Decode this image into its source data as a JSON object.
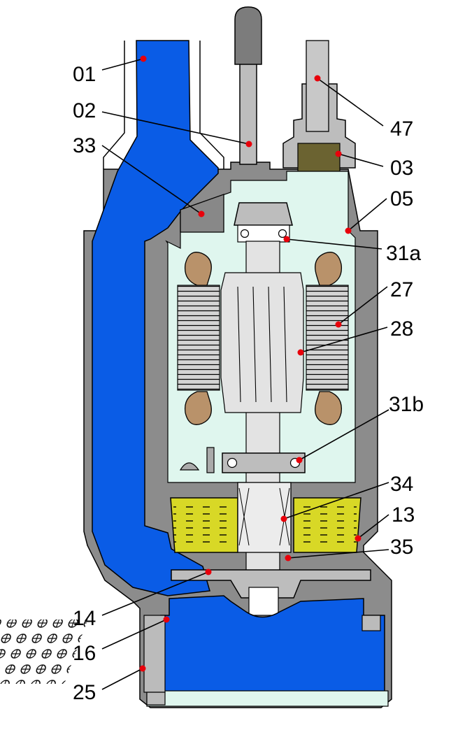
{
  "diagram": {
    "parts": [
      {
        "id": "01"
      },
      {
        "id": "02"
      },
      {
        "id": "33"
      },
      {
        "id": "47"
      },
      {
        "id": "03"
      },
      {
        "id": "05"
      },
      {
        "id": "31a"
      },
      {
        "id": "27"
      },
      {
        "id": "28"
      },
      {
        "id": "31b"
      },
      {
        "id": "34"
      },
      {
        "id": "13"
      },
      {
        "id": "35"
      },
      {
        "id": "14"
      },
      {
        "id": "16"
      },
      {
        "id": "25"
      }
    ],
    "colors": {
      "water": "#0a5ce6",
      "steel": "#8c8c8c",
      "motor_cavity": "#dff6ee",
      "oil": "#d8d826",
      "coil": "#b9926a",
      "marker": "#e8000b"
    }
  }
}
